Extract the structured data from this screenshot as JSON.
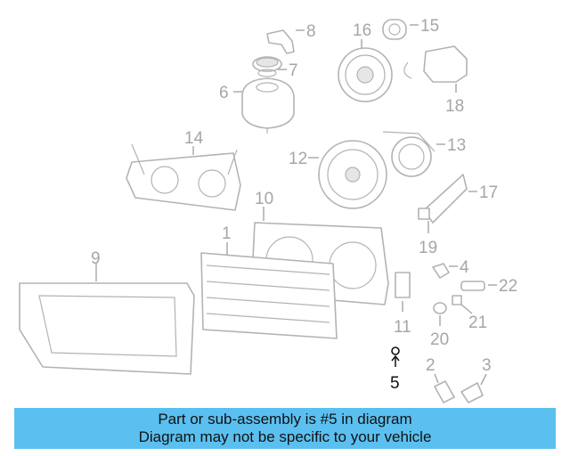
{
  "callouts": {
    "c1": "1",
    "c2": "2",
    "c3": "3",
    "c4": "4",
    "c5": "5",
    "c6": "6",
    "c7": "7",
    "c8": "8",
    "c9": "9",
    "c10": "10",
    "c11": "11",
    "c12": "12",
    "c13": "13",
    "c14": "14",
    "c15": "15",
    "c16": "16",
    "c17": "17",
    "c18": "18",
    "c19": "19",
    "c20": "20",
    "c21": "21",
    "c22": "22"
  },
  "highlighted_part": "5",
  "colors": {
    "banner": "#5bc0f0",
    "parts": "#b3b3b3",
    "labels": "#a6a6a6",
    "highlight": "#111111"
  },
  "banner": {
    "line1": "Part or sub-assembly is #5 in diagram",
    "line2": "Diagram may not be specific to your vehicle"
  }
}
